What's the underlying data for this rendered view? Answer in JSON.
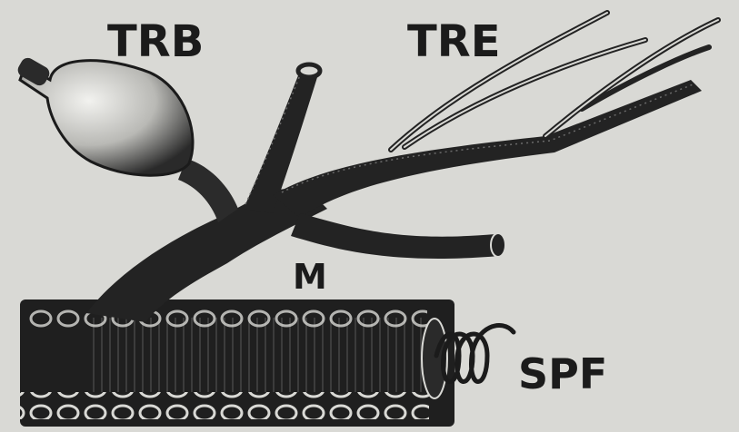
{
  "labels": {
    "trb": "TRB",
    "tre": "TRE",
    "m": "M",
    "spf": "SPF"
  },
  "colors": {
    "background": "#d9d9d5",
    "ink": "#1b1b1b",
    "body": "#232323",
    "highlight": "#eaeae6"
  }
}
